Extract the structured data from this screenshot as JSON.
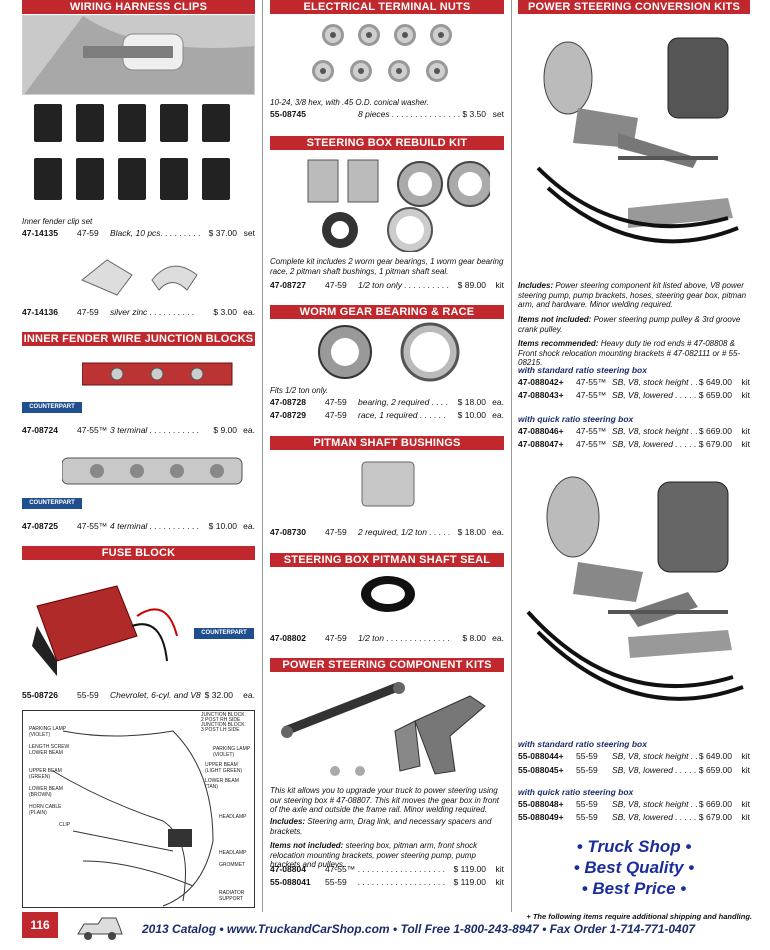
{
  "col1": {
    "wiring": {
      "header": "WIRING HARNESS CLIPS",
      "desc1": "Inner fender clip set",
      "rows": [
        {
          "pn": "47-14135",
          "yr": "47-59",
          "desc": "Black, 10 pcs. . . . . . . . .",
          "price": "$    37.00",
          "unit": "set"
        },
        {
          "pn": "47-14136",
          "yr": "47-59",
          "desc": "silver zinc . . . . . . . . . .",
          "price": "$     3.00",
          "unit": "ea."
        }
      ]
    },
    "junction": {
      "header": "INNER FENDER WIRE JUNCTION BLOCKS",
      "logo": "COUNTERPART",
      "rows": [
        {
          "pn": "47-08724",
          "yr": "47-55™",
          "desc": "3 terminal . . . . . . . . . . .",
          "price": "$     9.00",
          "unit": "ea."
        },
        {
          "pn": "47-08725",
          "yr": "47-55™",
          "desc": "4 terminal . . . . . . . . . . .",
          "price": "$    10.00",
          "unit": "ea."
        }
      ]
    },
    "fuse": {
      "header": "FUSE BLOCK",
      "logo": "COUNTERPART",
      "rows": [
        {
          "pn": "55-08726",
          "yr": "55-59",
          "desc": "Chevrolet, 6-cyl. and V8",
          "price": "$    32.00",
          "unit": "ea."
        }
      ]
    },
    "diagram": {
      "labels": [
        "JUNCTION BLOCK",
        "2 POST RH SIDE",
        "JUNCTION BLOCK",
        "3 POST LH SIDE",
        "PARKING LAMP",
        "(VIOLET)",
        "LENGTH SCREW",
        "LOWER BEAM",
        "UPPER BEAM",
        "(GREEN)",
        "LOWER BEAM",
        "(BROWN)",
        "HORN CABLE",
        "(PLAIN)",
        "CLIP",
        "PARKING LAMP",
        "(VIOLET)",
        "UPPER BEAM",
        "(LIGHT GREEN)",
        "LOWER BEAM",
        "(TAN)",
        "HEADLAMP",
        "HEADLAMP",
        "GROMMET",
        "RADIATOR",
        "SUPPORT"
      ]
    }
  },
  "col2": {
    "nuts": {
      "header": "ELECTRICAL TERMINAL NUTS",
      "desc": "10-24, 3/8 hex, with .45 O.D. conical washer.",
      "rows": [
        {
          "pn": "55-08745",
          "yr": "",
          "desc": "8 pieces . . . . . . . . . . . . . . .",
          "price": "$     3.50",
          "unit": "set"
        }
      ]
    },
    "rebuild": {
      "header": "STEERING BOX REBUILD KIT",
      "desc": "Complete kit includes 2 worm gear bearings, 1 worm gear bearing race, 2 pitman shaft bushings, 1 pitman shaft seal.",
      "rows": [
        {
          "pn": "47-08727",
          "yr": "47-59",
          "desc": "1/2 ton only . . . . . . . . . .",
          "price": "$    89.00",
          "unit": "kit"
        }
      ]
    },
    "worm": {
      "header": "WORM GEAR BEARING & RACE",
      "desc": "Fits 1/2 ton only.",
      "rows": [
        {
          "pn": "47-08728",
          "yr": "47-59",
          "desc": "bearing, 2 required . . . .",
          "price": "$    18.00",
          "unit": "ea."
        },
        {
          "pn": "47-08729",
          "yr": "47-59",
          "desc": "race, 1 required  . . . . . .",
          "price": "$    10.00",
          "unit": "ea."
        }
      ]
    },
    "pitman": {
      "header": "PITMAN SHAFT BUSHINGS",
      "rows": [
        {
          "pn": "47-08730",
          "yr": "47-59",
          "desc": "2 required, 1/2 ton . . . . .",
          "price": "$    18.00",
          "unit": "ea."
        }
      ]
    },
    "seal": {
      "header": "STEERING BOX PITMAN SHAFT SEAL",
      "rows": [
        {
          "pn": "47-08802",
          "yr": "47-59",
          "desc": "1/2 ton . . . . . . . . . . . . . .",
          "price": "$     8.00",
          "unit": "ea."
        }
      ]
    },
    "component": {
      "header": "POWER STEERING COMPONENT KITS",
      "desc1": "This kit allows you to upgrade your truck to power steering using our steering box # 47-08807. This kit moves the gear box in front of the axle and outside the frame rail.  Minor welding required.",
      "inc_label": "Includes:",
      "inc_text": " Steering arm, Drag link, and necessary spacers and brackets.",
      "notinc_label": "Items not included:",
      "notinc_text": " steering box, pitman arm, front shock relocation mounting brackets, power steering pump, pump brackets and pulleys.",
      "rows": [
        {
          "pn": "47-08804",
          "yr": "47-55™",
          "desc": ". . . . . . . . . . . . . . . . . . .",
          "price": "$   119.00",
          "unit": "kit"
        },
        {
          "pn": "55-088041",
          "yr": "55-59",
          "desc": ". . . . . . . . . . . . . . . . . . .",
          "price": "$   119.00",
          "unit": "kit"
        }
      ]
    }
  },
  "col3": {
    "conversion": {
      "header": "POWER STEERING CONVERSION KITS",
      "inc_label": "Includes:",
      "inc_text": "  Power steering component kit listed above, V8 power steering pump, pump brackets, hoses, steering gear box, pitman arm, and hardware.  Minor welding required.",
      "notinc_label": "Items not included:",
      "notinc_text": " Power steering pump pulley & 3rd groove crank pulley.",
      "rec_label": "Items recommended:",
      "rec_text": " Heavy duty tie rod ends # 47-08808 & Front shock relocation mounting brackets # 47-082111 or # 55-08215.",
      "sub1": "with standard ratio steering box",
      "rows1": [
        {
          "pn": "47-088042+",
          "yr": "47-55™",
          "desc": "SB, V8, stock height . . .",
          "price": "$   649.00",
          "unit": "kit"
        },
        {
          "pn": "47-088043+",
          "yr": "47-55™",
          "desc": "SB, V8, lowered  . . . . . .",
          "price": "$   659.00",
          "unit": "kit"
        }
      ],
      "sub2": "with quick ratio steering box",
      "rows2": [
        {
          "pn": "47-088046+",
          "yr": "47-55™",
          "desc": "SB, V8, stock height . . .",
          "price": "$   669.00",
          "unit": "kit"
        },
        {
          "pn": "47-088047+",
          "yr": "47-55™",
          "desc": "SB, V8, lowered  . . . . . .",
          "price": "$   679.00",
          "unit": "kit"
        }
      ],
      "sub3": "with standard ratio steering box",
      "rows3": [
        {
          "pn": "55-088044+",
          "yr": "55-59",
          "desc": "SB, V8, stock height . . .",
          "price": "$   649.00",
          "unit": "kit"
        },
        {
          "pn": "55-088045+",
          "yr": "55-59",
          "desc": "SB, V8, lowered  . . . . . .",
          "price": "$   659.00",
          "unit": "kit"
        }
      ],
      "sub4": "with quick ratio steering box",
      "rows4": [
        {
          "pn": "55-088048+",
          "yr": "55-59",
          "desc": "SB, V8, stock height . . .",
          "price": "$   669.00",
          "unit": "kit"
        },
        {
          "pn": "55-088049+",
          "yr": "55-59",
          "desc": "SB, V8, lowered  . . . . . .",
          "price": "$   679.00",
          "unit": "kit"
        }
      ]
    },
    "slogan": [
      "• Truck Shop •",
      "• Best Quality •",
      "• Best Price •"
    ]
  },
  "footer": {
    "page": "116",
    "text": "2013 Catalog  •  www.TruckandCarShop.com  •  Toll Free  1-800-243-8947  •  Fax Order  1-714-771-0407",
    "ship_note": "+  The following items require additional shipping and handling."
  },
  "colors": {
    "header_red": "#c0282d",
    "accent_blue": "#1a2d6b"
  }
}
